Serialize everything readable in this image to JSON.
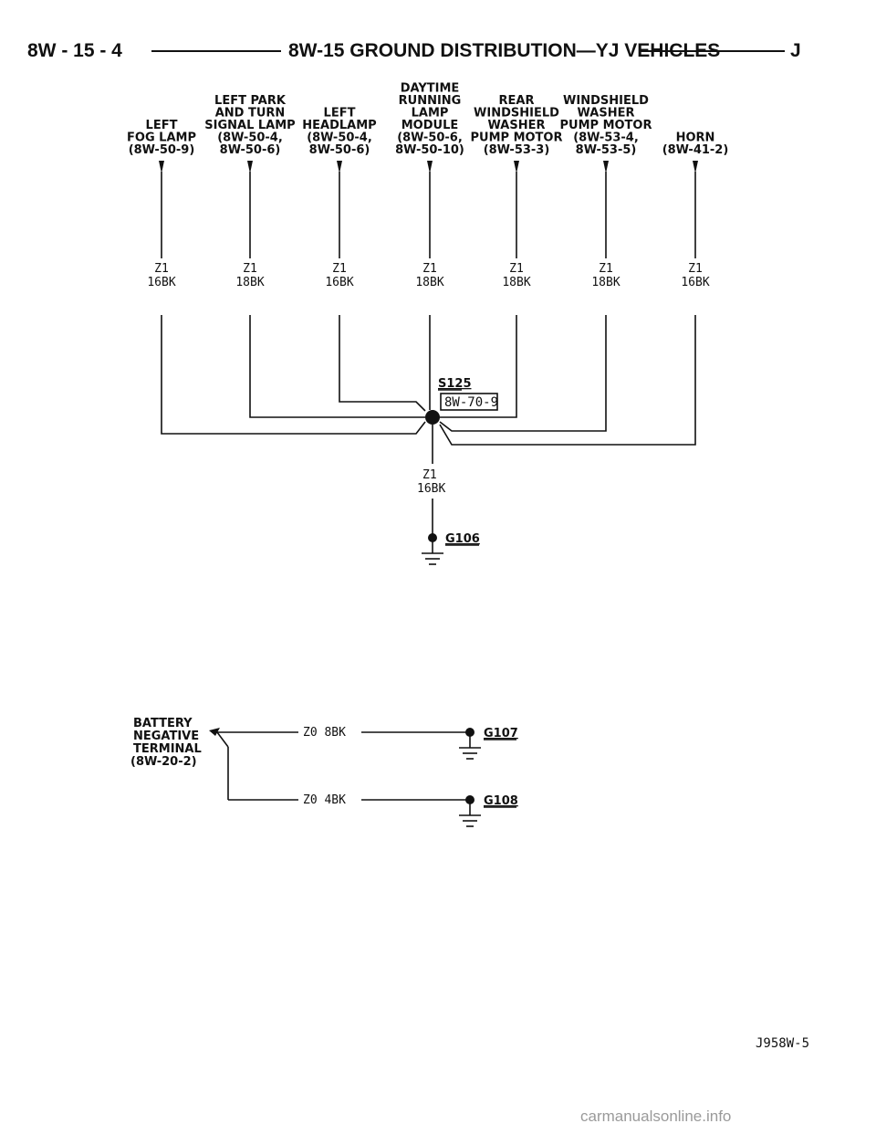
{
  "header": {
    "page_ref": "8W - 15 - 4",
    "title": "8W-15 GROUND DISTRIBUTION—YJ VEHICLES",
    "letter": "J"
  },
  "components": [
    {
      "name": [
        "LEFT",
        "FOG LAMP",
        "(8W-50-9)"
      ],
      "wire": "Z1",
      "gauge": "16BK"
    },
    {
      "name": [
        "LEFT PARK",
        "AND TURN",
        "SIGNAL LAMP",
        "(8W-50-4,",
        "8W-50-6)"
      ],
      "wire": "Z1",
      "gauge": "18BK"
    },
    {
      "name": [
        "LEFT",
        "HEADLAMP",
        "(8W-50-4,",
        "8W-50-6)"
      ],
      "wire": "Z1",
      "gauge": "16BK"
    },
    {
      "name": [
        "DAYTIME",
        "RUNNING",
        "LAMP",
        "MODULE",
        "(8W-50-6,",
        "8W-50-10)"
      ],
      "wire": "Z1",
      "gauge": "18BK"
    },
    {
      "name": [
        "REAR",
        "WINDSHIELD",
        "WASHER",
        "PUMP MOTOR",
        "(8W-53-3)"
      ],
      "wire": "Z1",
      "gauge": "18BK"
    },
    {
      "name": [
        "WINDSHIELD",
        "WASHER",
        "PUMP MOTOR",
        "(8W-53-4,",
        "8W-53-5)"
      ],
      "wire": "Z1",
      "gauge": "18BK"
    },
    {
      "name": [
        "HORN",
        "(8W-41-2)"
      ],
      "wire": "Z1",
      "gauge": "16BK"
    }
  ],
  "splice": {
    "id": "S125",
    "ref": "8W-70-9"
  },
  "trunk": {
    "wire": "Z1",
    "gauge": "16BK",
    "ground": "G106"
  },
  "battery": {
    "name": [
      "BATTERY",
      "NEGATIVE",
      "TERMINAL",
      "(8W-20-2)"
    ],
    "circuits": [
      {
        "wire": "Z0 8BK",
        "ground": "G107"
      },
      {
        "wire": "Z0 4BK",
        "ground": "G108"
      }
    ]
  },
  "figure_id": "J958W-5",
  "watermark": "carmanualsonline.info"
}
